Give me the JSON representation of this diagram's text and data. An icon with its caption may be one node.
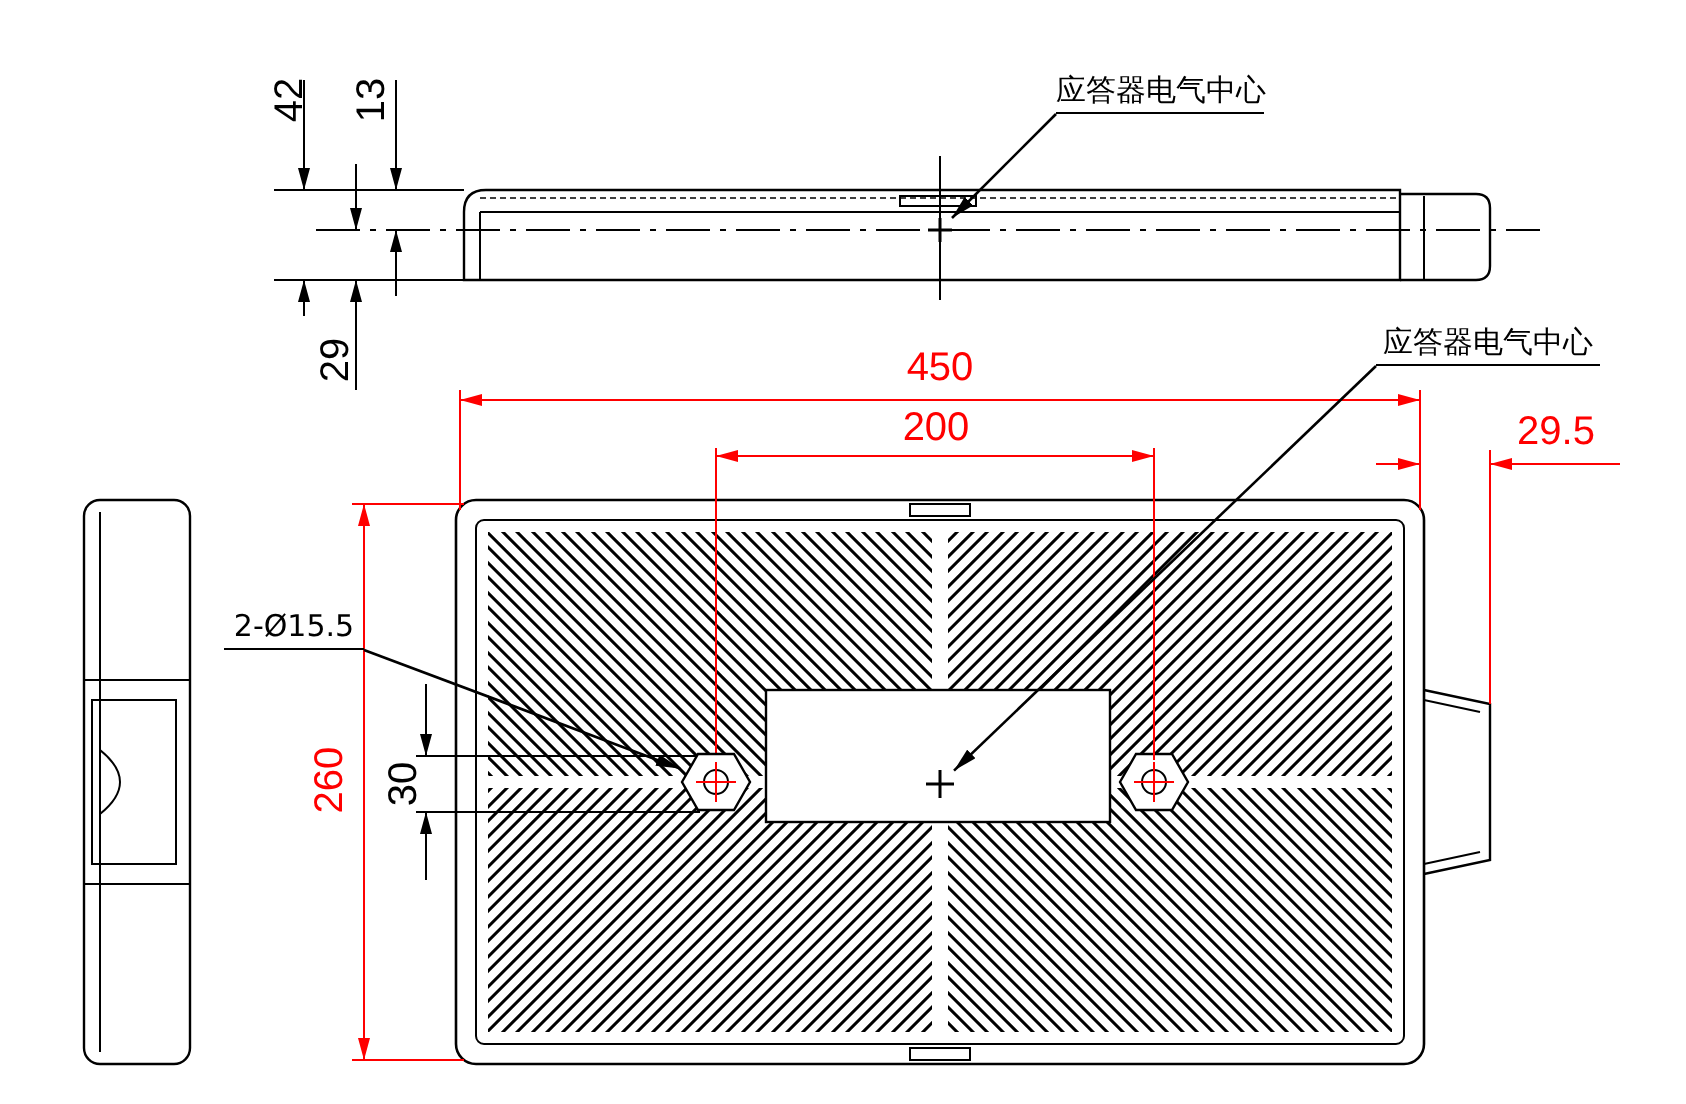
{
  "diagram": {
    "nodes": [
      {
        "text": [
          "应答器电气中心"
        ]
      },
      {
        "text": [],
        "shape": "cross"
      },
      {
        "text": [
          "应答器电气中心"
        ]
      },
      {
        "text": [],
        "shape": "cross"
      },
      {
        "text": [
          "2-Ø15.5"
        ]
      },
      {
        "text": [],
        "shape": "circle"
      }
    ],
    "edges": [
      {
        "from": 0,
        "to": 1,
        "arrow": "to"
      },
      {
        "from": 2,
        "to": 3,
        "arrow": "to"
      },
      {
        "from": 4,
        "to": 5,
        "arrow": "to"
      }
    ],
    "labels": [
      "42",
      "13",
      "29",
      "450",
      "200",
      "29.5",
      "260",
      "30"
    ]
  }
}
